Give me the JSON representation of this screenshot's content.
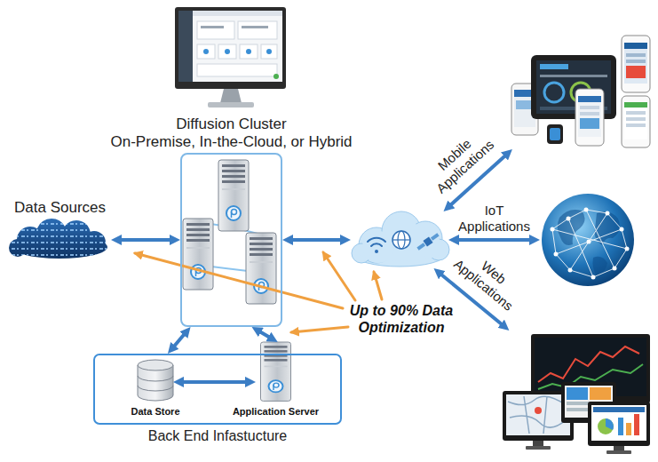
{
  "diagram": {
    "nodes": [
      {
        "text": [
          "Data Sources"
        ]
      },
      {
        "text": [
          "Diffusion Cluster",
          "On-Premise, In-the-Cloud, or Hybrid"
        ]
      },
      {
        "text": []
      },
      {
        "text": []
      },
      {
        "text": []
      },
      {
        "text": []
      },
      {
        "text": [
          "Back End Infastucture"
        ]
      },
      {
        "text": [
          "Data Store"
        ],
        "in": 6
      },
      {
        "text": [
          "Application Server"
        ],
        "in": 6
      }
    ],
    "edges": [
      {
        "from": 0,
        "to": 1,
        "arrow": "both"
      },
      {
        "from": 1,
        "to": 2,
        "arrow": "both"
      },
      {
        "from": 2,
        "to": 3,
        "arrow": "both",
        "label": "Mobile Applications"
      },
      {
        "from": 2,
        "to": 4,
        "arrow": "both",
        "label": "IoT Applications"
      },
      {
        "from": 2,
        "to": 5,
        "arrow": "both",
        "label": "Web Applications"
      },
      {
        "from": 1,
        "to": 6,
        "arrow": "both"
      },
      {
        "from": 1,
        "to": 8,
        "arrow": "both"
      },
      {
        "from": 7,
        "to": 8,
        "arrow": "both"
      }
    ],
    "labels": [
      "Up to 90% Data Optimization"
    ]
  }
}
